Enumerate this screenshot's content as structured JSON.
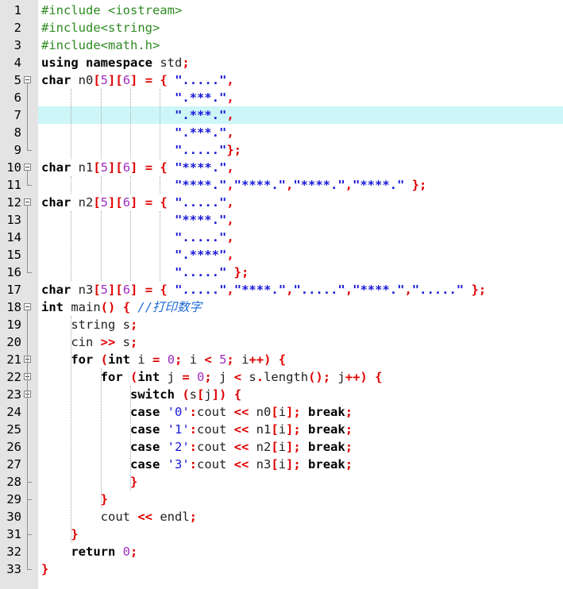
{
  "editor": {
    "language": "C++",
    "highlighted_line": 7,
    "lines": [
      {
        "n": "1",
        "t": [
          [
            "pp",
            "#include <iostream>"
          ]
        ]
      },
      {
        "n": "2",
        "t": [
          [
            "pp",
            "#include<string>"
          ]
        ]
      },
      {
        "n": "3",
        "t": [
          [
            "pp",
            "#include<math.h>"
          ]
        ]
      },
      {
        "n": "4",
        "t": [
          [
            "kw",
            "using namespace"
          ],
          [
            "id",
            " std"
          ],
          [
            "op",
            ";"
          ]
        ]
      },
      {
        "n": "5",
        "t": [
          [
            "kw",
            "char"
          ],
          [
            "id",
            " n0"
          ],
          [
            "op",
            "["
          ],
          [
            "num",
            "5"
          ],
          [
            "op",
            "]["
          ],
          [
            "num",
            "6"
          ],
          [
            "op",
            "]"
          ],
          [
            "id",
            " "
          ],
          [
            "op",
            "="
          ],
          [
            "id",
            " "
          ],
          [
            "op",
            "{"
          ],
          [
            "id",
            " "
          ],
          [
            "str",
            "\".....\""
          ],
          [
            "op",
            ","
          ]
        ]
      },
      {
        "n": "6",
        "t": [
          [
            "id",
            "                  "
          ],
          [
            "str",
            "\".***.\""
          ],
          [
            "op",
            ","
          ]
        ]
      },
      {
        "n": "7",
        "t": [
          [
            "id",
            "                  "
          ],
          [
            "str",
            "\".***.\""
          ],
          [
            "op",
            ","
          ]
        ]
      },
      {
        "n": "8",
        "t": [
          [
            "id",
            "                  "
          ],
          [
            "str",
            "\".***.\""
          ],
          [
            "op",
            ","
          ]
        ]
      },
      {
        "n": "9",
        "t": [
          [
            "id",
            "                  "
          ],
          [
            "str",
            "\".....\""
          ],
          [
            "op",
            "};"
          ]
        ]
      },
      {
        "n": "10",
        "t": [
          [
            "kw",
            "char"
          ],
          [
            "id",
            " n1"
          ],
          [
            "op",
            "["
          ],
          [
            "num",
            "5"
          ],
          [
            "op",
            "]["
          ],
          [
            "num",
            "6"
          ],
          [
            "op",
            "]"
          ],
          [
            "id",
            " "
          ],
          [
            "op",
            "="
          ],
          [
            "id",
            " "
          ],
          [
            "op",
            "{"
          ],
          [
            "id",
            " "
          ],
          [
            "str",
            "\"****.\""
          ],
          [
            "op",
            ","
          ]
        ]
      },
      {
        "n": "11",
        "t": [
          [
            "id",
            "                  "
          ],
          [
            "str",
            "\"****.\""
          ],
          [
            "op",
            ","
          ],
          [
            "str",
            "\"****.\""
          ],
          [
            "op",
            ","
          ],
          [
            "str",
            "\"****.\""
          ],
          [
            "op",
            ","
          ],
          [
            "str",
            "\"****.\""
          ],
          [
            "id",
            " "
          ],
          [
            "op",
            "};"
          ]
        ]
      },
      {
        "n": "12",
        "t": [
          [
            "kw",
            "char"
          ],
          [
            "id",
            " n2"
          ],
          [
            "op",
            "["
          ],
          [
            "num",
            "5"
          ],
          [
            "op",
            "]["
          ],
          [
            "num",
            "6"
          ],
          [
            "op",
            "]"
          ],
          [
            "id",
            " "
          ],
          [
            "op",
            "="
          ],
          [
            "id",
            " "
          ],
          [
            "op",
            "{"
          ],
          [
            "id",
            " "
          ],
          [
            "str",
            "\".....\""
          ],
          [
            "op",
            ","
          ]
        ]
      },
      {
        "n": "13",
        "t": [
          [
            "id",
            "                  "
          ],
          [
            "str",
            "\"****.\""
          ],
          [
            "op",
            ","
          ]
        ]
      },
      {
        "n": "14",
        "t": [
          [
            "id",
            "                  "
          ],
          [
            "str",
            "\".....\""
          ],
          [
            "op",
            ","
          ]
        ]
      },
      {
        "n": "15",
        "t": [
          [
            "id",
            "                  "
          ],
          [
            "str",
            "\".****\""
          ],
          [
            "op",
            ","
          ]
        ]
      },
      {
        "n": "16",
        "t": [
          [
            "id",
            "                  "
          ],
          [
            "str",
            "\".....\""
          ],
          [
            "id",
            " "
          ],
          [
            "op",
            "};"
          ]
        ]
      },
      {
        "n": "17",
        "t": [
          [
            "kw",
            "char"
          ],
          [
            "id",
            " n3"
          ],
          [
            "op",
            "["
          ],
          [
            "num",
            "5"
          ],
          [
            "op",
            "]["
          ],
          [
            "num",
            "6"
          ],
          [
            "op",
            "]"
          ],
          [
            "id",
            " "
          ],
          [
            "op",
            "="
          ],
          [
            "id",
            " "
          ],
          [
            "op",
            "{"
          ],
          [
            "id",
            " "
          ],
          [
            "str",
            "\".....\""
          ],
          [
            "op",
            ","
          ],
          [
            "str",
            "\"****.\""
          ],
          [
            "op",
            ","
          ],
          [
            "str",
            "\".....\""
          ],
          [
            "op",
            ","
          ],
          [
            "str",
            "\"****.\""
          ],
          [
            "op",
            ","
          ],
          [
            "str",
            "\".....\""
          ],
          [
            "id",
            " "
          ],
          [
            "op",
            "};"
          ]
        ]
      },
      {
        "n": "18",
        "t": [
          [
            "kw",
            "int"
          ],
          [
            "id",
            " main"
          ],
          [
            "op",
            "()"
          ],
          [
            "id",
            " "
          ],
          [
            "op",
            "{"
          ],
          [
            "id",
            " "
          ],
          [
            "cm",
            "//打印数字"
          ]
        ]
      },
      {
        "n": "19",
        "t": [
          [
            "id",
            "    string s"
          ],
          [
            "op",
            ";"
          ]
        ]
      },
      {
        "n": "20",
        "t": [
          [
            "id",
            "    cin "
          ],
          [
            "op",
            ">>"
          ],
          [
            "id",
            " s"
          ],
          [
            "op",
            ";"
          ]
        ]
      },
      {
        "n": "21",
        "t": [
          [
            "id",
            "    "
          ],
          [
            "kw",
            "for"
          ],
          [
            "id",
            " "
          ],
          [
            "op",
            "("
          ],
          [
            "kw",
            "int"
          ],
          [
            "id",
            " i "
          ],
          [
            "op",
            "="
          ],
          [
            "id",
            " "
          ],
          [
            "num",
            "0"
          ],
          [
            "op",
            ";"
          ],
          [
            "id",
            " i "
          ],
          [
            "op",
            "<"
          ],
          [
            "id",
            " "
          ],
          [
            "num",
            "5"
          ],
          [
            "op",
            ";"
          ],
          [
            "id",
            " i"
          ],
          [
            "op",
            "++)"
          ],
          [
            "id",
            " "
          ],
          [
            "op",
            "{"
          ]
        ]
      },
      {
        "n": "22",
        "t": [
          [
            "id",
            "        "
          ],
          [
            "kw",
            "for"
          ],
          [
            "id",
            " "
          ],
          [
            "op",
            "("
          ],
          [
            "kw",
            "int"
          ],
          [
            "id",
            " j "
          ],
          [
            "op",
            "="
          ],
          [
            "id",
            " "
          ],
          [
            "num",
            "0"
          ],
          [
            "op",
            ";"
          ],
          [
            "id",
            " j "
          ],
          [
            "op",
            "<"
          ],
          [
            "id",
            " s"
          ],
          [
            "op",
            "."
          ],
          [
            "id",
            "length"
          ],
          [
            "op",
            "();"
          ],
          [
            "id",
            " j"
          ],
          [
            "op",
            "++)"
          ],
          [
            "id",
            " "
          ],
          [
            "op",
            "{"
          ]
        ]
      },
      {
        "n": "23",
        "t": [
          [
            "id",
            "            "
          ],
          [
            "kw",
            "switch"
          ],
          [
            "id",
            " "
          ],
          [
            "op",
            "("
          ],
          [
            "id",
            "s"
          ],
          [
            "op",
            "["
          ],
          [
            "id",
            "j"
          ],
          [
            "op",
            "])"
          ],
          [
            "id",
            " "
          ],
          [
            "op",
            "{"
          ]
        ]
      },
      {
        "n": "24",
        "t": [
          [
            "id",
            "            "
          ],
          [
            "kw",
            "case"
          ],
          [
            "id",
            " "
          ],
          [
            "chr",
            "'0'"
          ],
          [
            "op",
            ":"
          ],
          [
            "id",
            "cout "
          ],
          [
            "op",
            "<<"
          ],
          [
            "id",
            " n0"
          ],
          [
            "op",
            "["
          ],
          [
            "id",
            "i"
          ],
          [
            "op",
            "];"
          ],
          [
            "id",
            " "
          ],
          [
            "kw",
            "break"
          ],
          [
            "op",
            ";"
          ]
        ]
      },
      {
        "n": "25",
        "t": [
          [
            "id",
            "            "
          ],
          [
            "kw",
            "case"
          ],
          [
            "id",
            " "
          ],
          [
            "chr",
            "'1'"
          ],
          [
            "op",
            ":"
          ],
          [
            "id",
            "cout "
          ],
          [
            "op",
            "<<"
          ],
          [
            "id",
            " n1"
          ],
          [
            "op",
            "["
          ],
          [
            "id",
            "i"
          ],
          [
            "op",
            "];"
          ],
          [
            "id",
            " "
          ],
          [
            "kw",
            "break"
          ],
          [
            "op",
            ";"
          ]
        ]
      },
      {
        "n": "26",
        "t": [
          [
            "id",
            "            "
          ],
          [
            "kw",
            "case"
          ],
          [
            "id",
            " "
          ],
          [
            "chr",
            "'2'"
          ],
          [
            "op",
            ":"
          ],
          [
            "id",
            "cout "
          ],
          [
            "op",
            "<<"
          ],
          [
            "id",
            " n2"
          ],
          [
            "op",
            "["
          ],
          [
            "id",
            "i"
          ],
          [
            "op",
            "];"
          ],
          [
            "id",
            " "
          ],
          [
            "kw",
            "break"
          ],
          [
            "op",
            ";"
          ]
        ]
      },
      {
        "n": "27",
        "t": [
          [
            "id",
            "            "
          ],
          [
            "kw",
            "case"
          ],
          [
            "id",
            " "
          ],
          [
            "chr",
            "'3'"
          ],
          [
            "op",
            ":"
          ],
          [
            "id",
            "cout "
          ],
          [
            "op",
            "<<"
          ],
          [
            "id",
            " n3"
          ],
          [
            "op",
            "["
          ],
          [
            "id",
            "i"
          ],
          [
            "op",
            "];"
          ],
          [
            "id",
            " "
          ],
          [
            "kw",
            "break"
          ],
          [
            "op",
            ";"
          ]
        ]
      },
      {
        "n": "28",
        "t": [
          [
            "id",
            "            "
          ],
          [
            "op",
            "}"
          ]
        ]
      },
      {
        "n": "29",
        "t": [
          [
            "id",
            "        "
          ],
          [
            "op",
            "}"
          ]
        ]
      },
      {
        "n": "30",
        "t": [
          [
            "id",
            "        cout "
          ],
          [
            "op",
            "<<"
          ],
          [
            "id",
            " endl"
          ],
          [
            "op",
            ";"
          ]
        ]
      },
      {
        "n": "31",
        "t": [
          [
            "id",
            "    "
          ],
          [
            "op",
            "}"
          ]
        ]
      },
      {
        "n": "32",
        "t": [
          [
            "id",
            "    "
          ],
          [
            "kw",
            "return"
          ],
          [
            "id",
            " "
          ],
          [
            "num",
            "0"
          ],
          [
            "op",
            ";"
          ]
        ]
      },
      {
        "n": "33",
        "t": [
          [
            "op",
            "}"
          ]
        ]
      }
    ]
  }
}
